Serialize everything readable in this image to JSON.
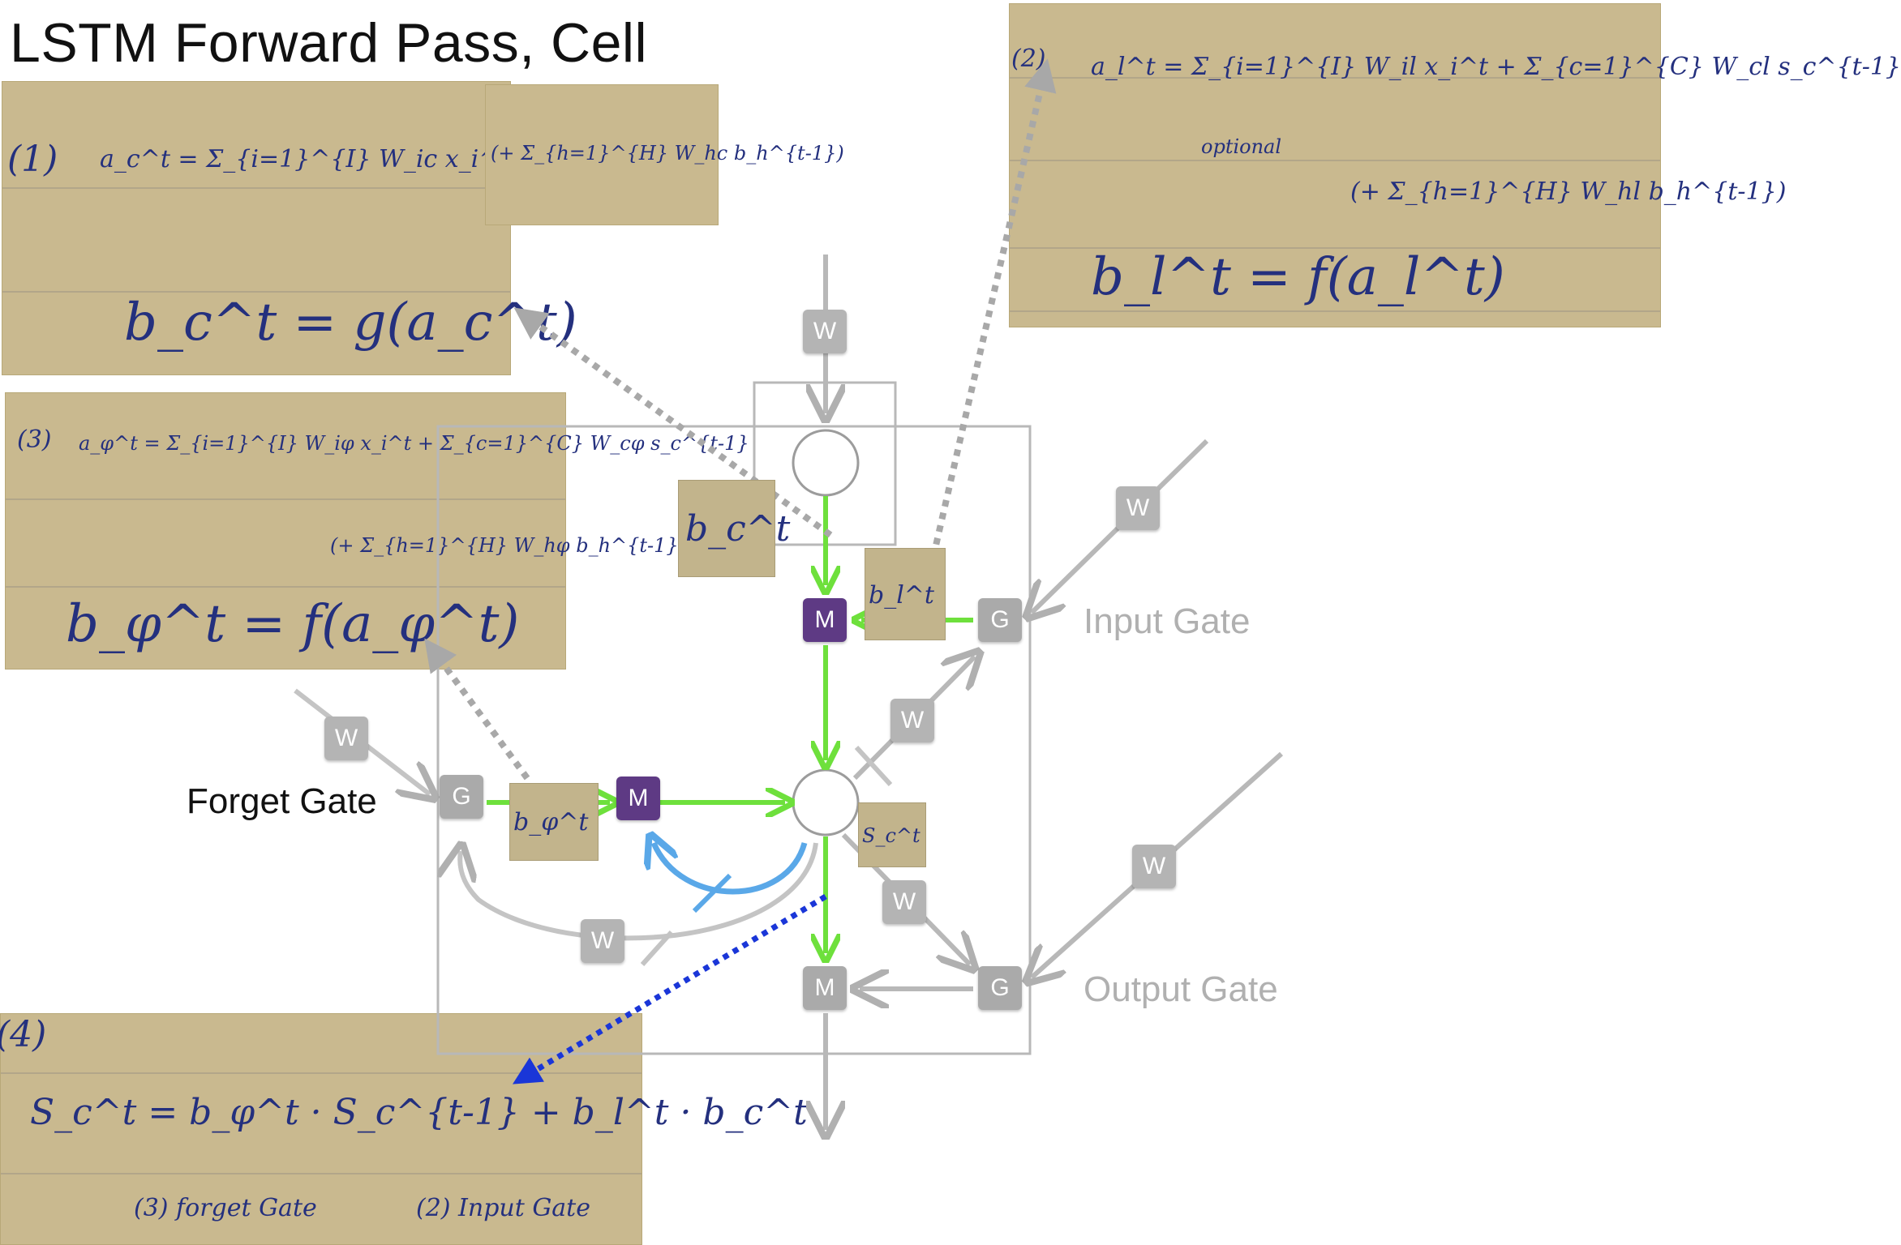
{
  "title": "LSTM Forward Pass,  Cell",
  "labels": {
    "input_gate": "Input Gate",
    "forget_gate": "Forget Gate",
    "output_gate": "Output Gate"
  },
  "nodes": {
    "w": "W",
    "g": "G",
    "m": "M"
  },
  "notes": {
    "n1": {
      "num": "(1)",
      "line1": "a_c^t = Σ_{i=1}^{I} W_ic x_i^t",
      "line1_opt": "(+ Σ_{h=1}^{H} W_hc b_h^{t-1})",
      "line2": "b_c^t = g(a_c^t)"
    },
    "n2": {
      "num": "(2)",
      "line1": "a_l^t = Σ_{i=1}^{I} W_il x_i^t + Σ_{c=1}^{C} W_cl s_c^{t-1}",
      "optional": "optional",
      "line1_opt": "(+ Σ_{h=1}^{H} W_hl b_h^{t-1})",
      "line2": "b_l^t = f(a_l^t)"
    },
    "n3": {
      "num": "(3)",
      "line1": "a_φ^t = Σ_{i=1}^{I} W_iφ x_i^t + Σ_{c=1}^{C} W_cφ s_c^{t-1}",
      "line1_opt": "(+ Σ_{h=1}^{H} W_hφ b_h^{t-1})",
      "line2": "b_φ^t = f(a_φ^t)"
    },
    "n4": {
      "num": "(4)",
      "line1": "S_c^t = b_φ^t · S_c^{t-1} + b_l^t · b_c^t",
      "under1": "(3) forget Gate",
      "under2": "(2) Input Gate"
    }
  },
  "tiles": {
    "bc": "b_c^t",
    "bl": "b_l^t",
    "bphi": "b_φ^t",
    "sc": "S_c^t"
  },
  "colors": {
    "green": "#6ee03c",
    "blue_curve": "#5aa8e8",
    "dotted_blue": "#1a36d8",
    "dotted_gray": "#a8a8a8",
    "gray_line": "#b8b8b8",
    "purple": "#5e3a84"
  }
}
